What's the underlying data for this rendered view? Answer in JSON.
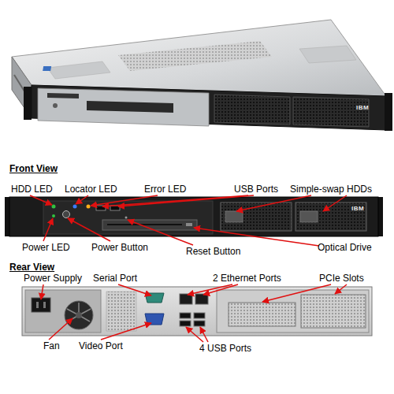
{
  "diagram": {
    "labels": [
      "IBM",
      "Front View",
      "HDD LED",
      "Locator LED",
      "Error LED",
      "USB Ports",
      "Simple-swap HDDs",
      "IBM",
      "Power LED",
      "Power Button",
      "Reset Button",
      "Optical Drive",
      "Rear View",
      "Power Supply",
      "Serial Port",
      "2 Ethernet Ports",
      "PCIe Slots",
      "Fan",
      "Video Port",
      "4 USB Ports"
    ]
  }
}
